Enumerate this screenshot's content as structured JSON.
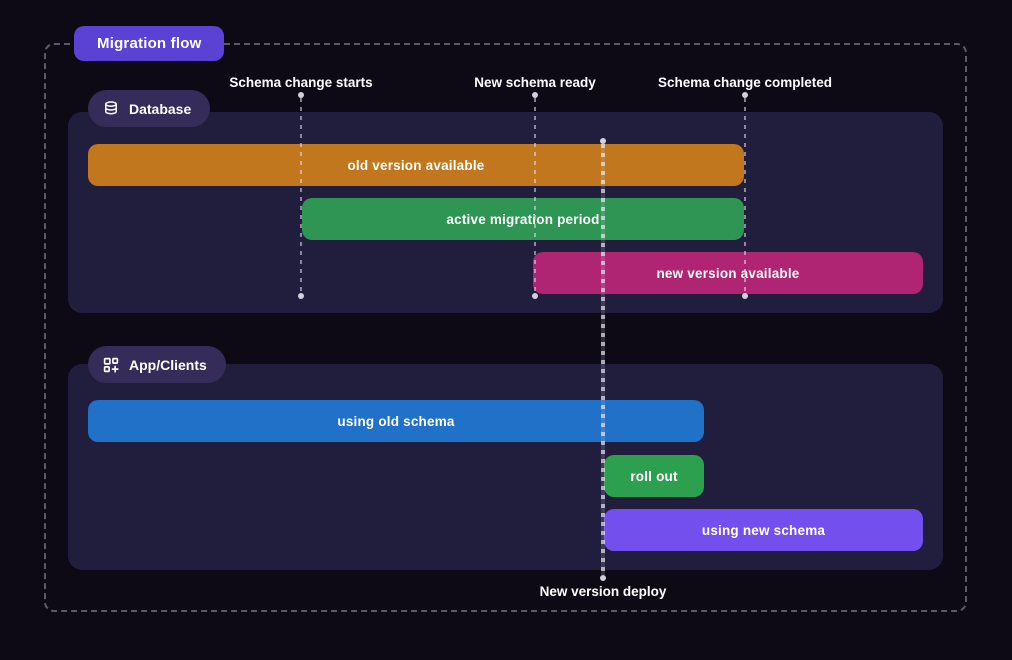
{
  "title": "Migration flow",
  "milestones": {
    "schema_change_starts": "Schema change starts",
    "new_schema_ready": "New schema ready",
    "schema_change_completed": "Schema change completed",
    "new_version_deploy": "New version deploy"
  },
  "sections": [
    {
      "name": "Database",
      "icon": "database-icon",
      "bars": [
        {
          "label": "old version available",
          "color": "#c0771d"
        },
        {
          "label": "active migration period",
          "color": "#2e9555"
        },
        {
          "label": "new version available",
          "color": "#b02573"
        }
      ]
    },
    {
      "name": "App/Clients",
      "icon": "apps-add-icon",
      "bars": [
        {
          "label": "using old schema",
          "color": "#2171c9"
        },
        {
          "label": "roll out",
          "color": "#2da04f"
        },
        {
          "label": "using new schema",
          "color": "#7350ed"
        }
      ]
    }
  ],
  "colors": {
    "background": "#0d0a16",
    "panel": "#211d3c",
    "title_badge": "#5b41d4",
    "section_badge": "#362c5a",
    "frame_border": "rgba(220,220,235,0.38)",
    "guide_line": "rgba(225,225,240,0.55)",
    "text": "#ffffff"
  }
}
